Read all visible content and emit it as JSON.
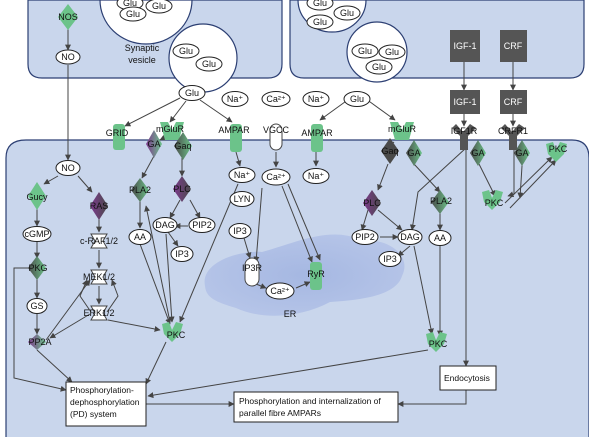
{
  "nodes": {
    "glu": "Glu",
    "nos": "NOS",
    "no": "NO",
    "synaptic_vesicle_line1": "Synaptic",
    "synaptic_vesicle_line2": "vesicle",
    "igf1": "IGF-1",
    "crf": "CRF",
    "igf1r": "IGF1R",
    "crfr1": "CRFR1",
    "grid": "GRID",
    "mglur": "mGluR",
    "ampar": "AMPAR",
    "vgcc": "VGCC",
    "na": "Na⁺",
    "ca": "Ca²⁺",
    "ga": "GA",
    "gaq": "Gaq",
    "gucy": "Gucy",
    "cgmp": "cGMP",
    "pkg": "PKG",
    "gs": "GS",
    "pp2a": "PP2A",
    "ras": "RAS",
    "craf": "c-RAF1/2",
    "mek": "MEK1/2",
    "erk": "ERK1/2",
    "pla2": "PLA2",
    "plc": "PLC",
    "aa": "AA",
    "dag": "DAG",
    "pip2": "PIP2",
    "ip3": "IP3",
    "ip3r": "IP3R",
    "ryr": "RyR",
    "er": "ER",
    "lyn": "LYN",
    "pkc": "PKC",
    "endocytosis": "Endocytosis",
    "pd_line1": "Phosphorylation-",
    "pd_line2": "dephosphorylation",
    "pd_line3": "(PD) system",
    "ampar_int_line1": "Phosphorylation and internalization of",
    "ampar_int_line2": "parallel fibre AMPARs"
  },
  "colors": {
    "compartment_fill": "#c9d6ec",
    "compartment_stroke": "#2c3f73",
    "er_fill": "#a6b8e2",
    "green": "#6cc38a",
    "purple": "#7d3a8f",
    "dark_grey": "#555555"
  }
}
